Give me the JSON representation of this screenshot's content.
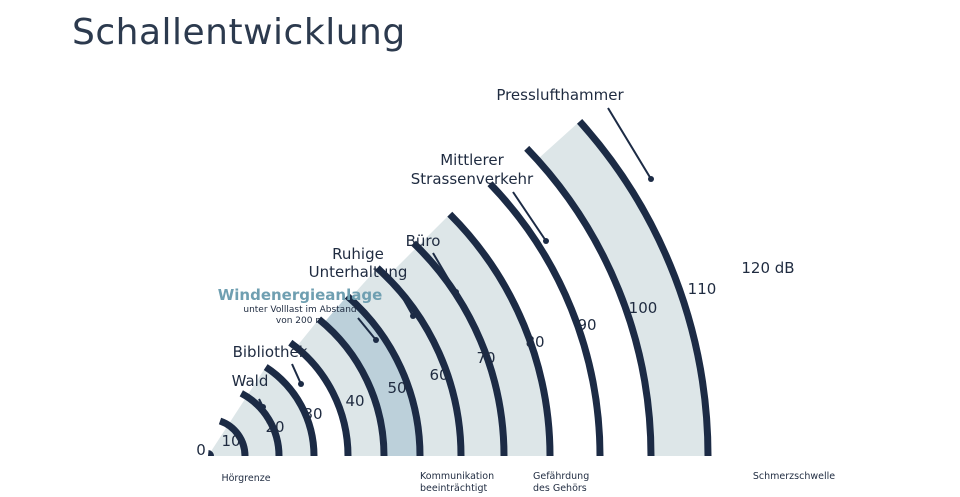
{
  "title": "Schallentwicklung",
  "colors": {
    "arc": "#1c2b45",
    "band": "#dde6e8",
    "band_highlight": "#bcd0da",
    "text": "#1f2b40",
    "accent": "#6f9fb1"
  },
  "levels": [
    {
      "label": "0",
      "value": 0
    },
    {
      "label": "10",
      "value": 10
    },
    {
      "label": "20",
      "value": 20
    },
    {
      "label": "30",
      "value": 30
    },
    {
      "label": "40",
      "value": 40
    },
    {
      "label": "50",
      "value": 50
    },
    {
      "label": "60",
      "value": 60
    },
    {
      "label": "70",
      "value": 70
    },
    {
      "label": "80",
      "value": 80
    },
    {
      "label": "90",
      "value": 90
    },
    {
      "label": "100",
      "value": 100
    },
    {
      "label": "110",
      "value": 110
    },
    {
      "label": "120 dB",
      "value": 120
    }
  ],
  "sources": {
    "wald": "Wald",
    "bibliothek": "Bibliothek",
    "windenergie": "Windenergieanlage",
    "windenergie_sub_1": "unter Volllast im Abstand",
    "windenergie_sub_2": "von 200 m",
    "ruhige_1": "Ruhige",
    "ruhige_2": "Unterhaltung",
    "buero": "Büro",
    "mittlerer_1": "Mittlerer",
    "mittlerer_2": "Strassenverkehr",
    "presslufthammer": "Presslufthammer"
  },
  "thresholds": {
    "hoergrenze": "Hörgrenze",
    "kommunikation_1": "Kommunikation",
    "kommunikation_2": "beeinträchtigt",
    "gefaehrdung_1": "Gefährdung",
    "gefaehrdung_2": "des Gehörs",
    "schmerz": "Schmerzschwelle"
  }
}
